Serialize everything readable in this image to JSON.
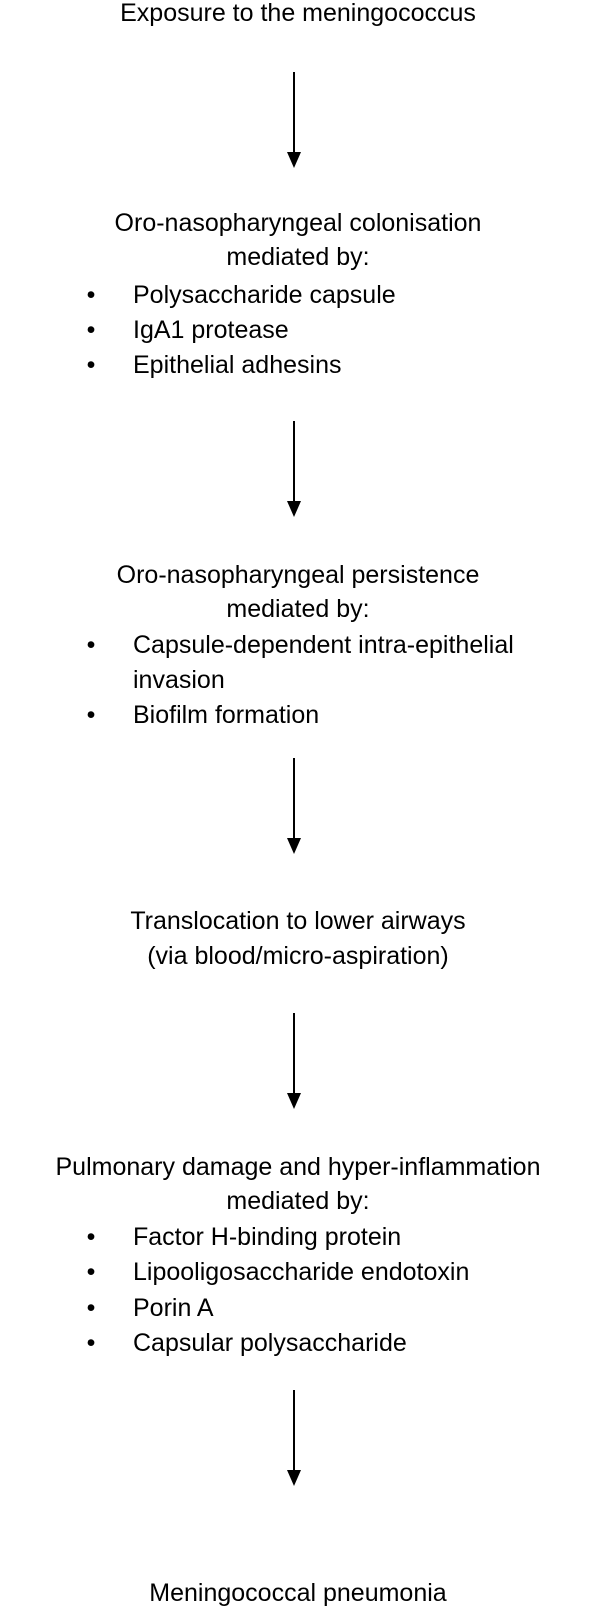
{
  "steps": [
    {
      "title": "Exposure to the meningococcus"
    },
    {
      "title": "Oro-nasopharyngeal colonisation",
      "subtitle": "mediated by:",
      "bullets": [
        "Polysaccharide capsule",
        "IgA1 protease",
        "Epithelial adhesins"
      ]
    },
    {
      "title": "Oro-nasopharyngeal persistence",
      "subtitle": "mediated by:",
      "bullets": [
        "Capsule-dependent intra-epithelial",
        "invasion",
        "Biofilm formation"
      ]
    },
    {
      "title": "Translocation to lower airways",
      "subtitle": "(via blood/micro-aspiration)"
    },
    {
      "title": "Pulmonary damage and hyper-inflammation",
      "subtitle": "mediated by:",
      "bullets": [
        "Factor H-binding protein",
        "Lipooligosaccharide endotoxin",
        "Porin A",
        "Capsular polysaccharide"
      ]
    },
    {
      "title": "Meningococcal pneumonia"
    }
  ],
  "bullet_glyph": "•"
}
